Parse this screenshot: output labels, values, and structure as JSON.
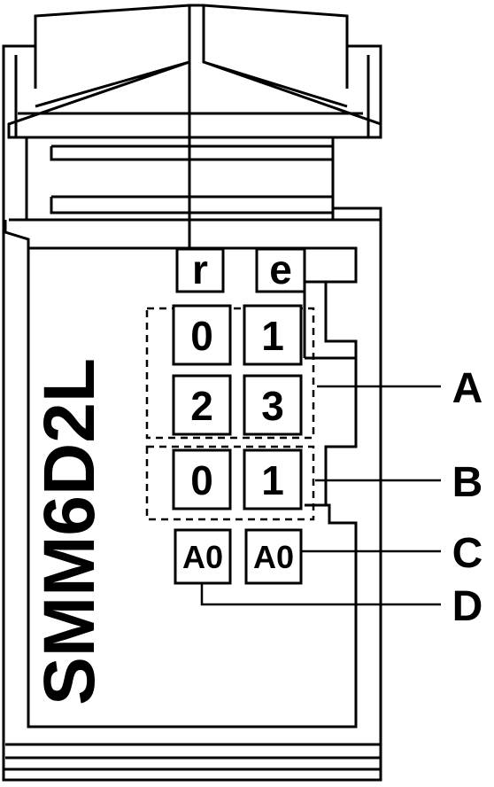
{
  "model": "SMM6D2L",
  "top_leds": [
    "r",
    "e"
  ],
  "group_a": [
    "0",
    "1",
    "2",
    "3"
  ],
  "group_b": [
    "0",
    "1"
  ],
  "analog": [
    "A0",
    "A0"
  ],
  "callouts": [
    "A",
    "B",
    "C",
    "D"
  ],
  "colors": {
    "line": "#000000",
    "background": "#ffffff"
  }
}
